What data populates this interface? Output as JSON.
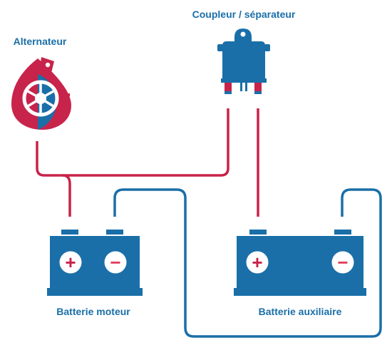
{
  "labels": {
    "alternator": "Alternateur",
    "coupler": "Coupleur / séparateur",
    "engine_battery": "Batterie moteur",
    "aux_battery": "Batterie auxiliaire"
  },
  "symbols": {
    "positive": "+",
    "negative": "−"
  },
  "colors": {
    "red": "#c8234a",
    "blue": "#1a6fa8",
    "red_light": "#e23d5c",
    "white": "#ffffff"
  },
  "icons": [
    "alternator-icon",
    "coupler-icon",
    "battery-icon"
  ]
}
